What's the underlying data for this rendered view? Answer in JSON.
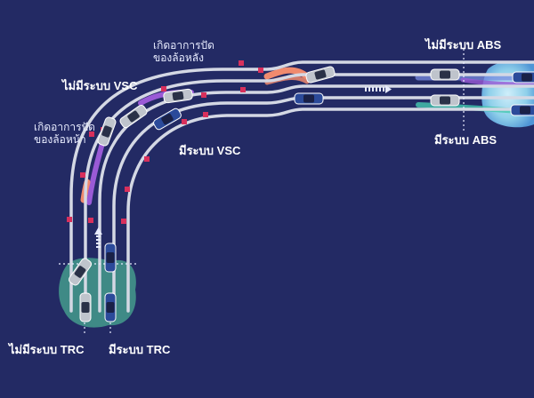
{
  "colors": {
    "background": "#232a64",
    "road": "#d4d8e4",
    "dot": "#d8305c",
    "slip_orange": "#f08a6e",
    "slip_purple": "#9a5ad6",
    "ice": "#8fd0ea",
    "water": "#3f8a86",
    "car_gray": "#bfc4cc",
    "car_blue": "#2b4a9a"
  },
  "labels": {
    "rear_skid": [
      "เกิดอาการปัด",
      "ของล้อหลัง"
    ],
    "no_vsc": "ไม่มีระบบ VSC",
    "front_skid": [
      "เกิดอาการปัด",
      "ของล้อหน้า"
    ],
    "vsc": "มีระบบ VSC",
    "no_abs": "ไม่มีระบบ ABS",
    "abs": "มีระบบ ABS",
    "no_trc": "ไม่มีระบบ TRC",
    "trc": "มีระบบ TRC"
  }
}
